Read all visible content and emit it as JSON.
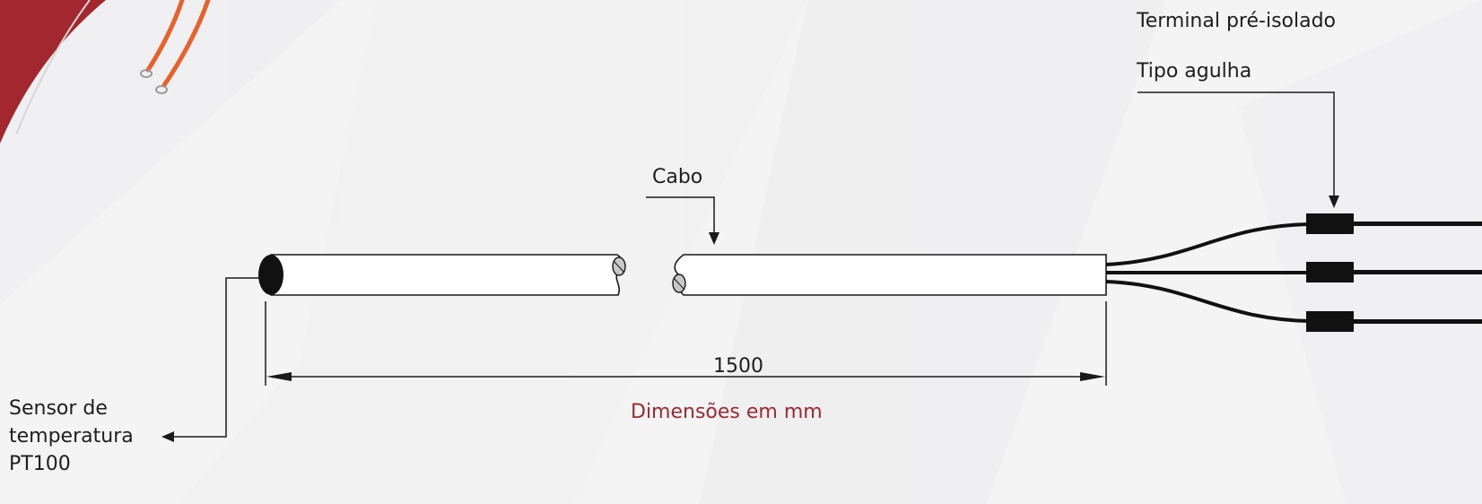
{
  "labels": {
    "terminal": "Terminal pré-isolado",
    "needle": "Tipo agulha",
    "cable": "Cabo",
    "length": "1500",
    "units": "Dimensões em mm",
    "sensor_line1": "Sensor de",
    "sensor_line2": "temperatura",
    "sensor_line3": "PT100"
  },
  "colors": {
    "background": "#f4f4f5",
    "brand_red": "#a3272f",
    "units_text": "#9b2a33",
    "wire_orange": "#e8602a",
    "line": "#1a1a1a"
  },
  "icons": {
    "corner": "photo-thumbnail-sensor-icon",
    "arrows": "arrow-icon"
  }
}
